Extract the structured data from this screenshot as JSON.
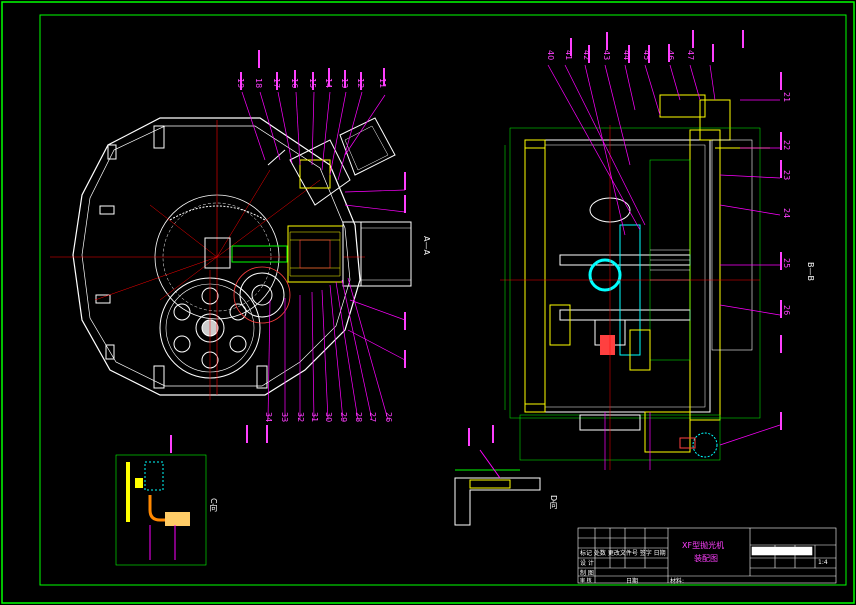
{
  "drawing": {
    "title": "XF型抛光机",
    "subtitle": "装配图",
    "material_label": "材料:",
    "scale": "1:4",
    "date_label": "日期",
    "left_rows": [
      "标记 处数 更改文件号 签字 日期",
      "设 计",
      "制 图",
      "审 核"
    ]
  },
  "view_labels": {
    "section_a": "A—A",
    "section_b": "B—B",
    "view_c": "C向",
    "view_d": "D向"
  },
  "part_numbers_left_top": [
    "19",
    "18",
    "17",
    "16",
    "15",
    "14",
    "13",
    "12",
    "11"
  ],
  "part_numbers_left_bottom": [
    "34",
    "33",
    "32",
    "31",
    "30",
    "29",
    "28",
    "27",
    "26"
  ],
  "part_numbers_right_top": [
    "40",
    "41",
    "42",
    "43",
    "44",
    "45",
    "46",
    "47"
  ],
  "part_numbers_right_side": [
    "21",
    "22",
    "23",
    "24",
    "25",
    "26"
  ],
  "colors": {
    "frame": "#00ff00",
    "background": "#000000",
    "leader": "#ff00ff",
    "outline": "#ffffff",
    "center_line": "#ff0000",
    "section": "#ffff00",
    "hidden": "#00ffff"
  }
}
